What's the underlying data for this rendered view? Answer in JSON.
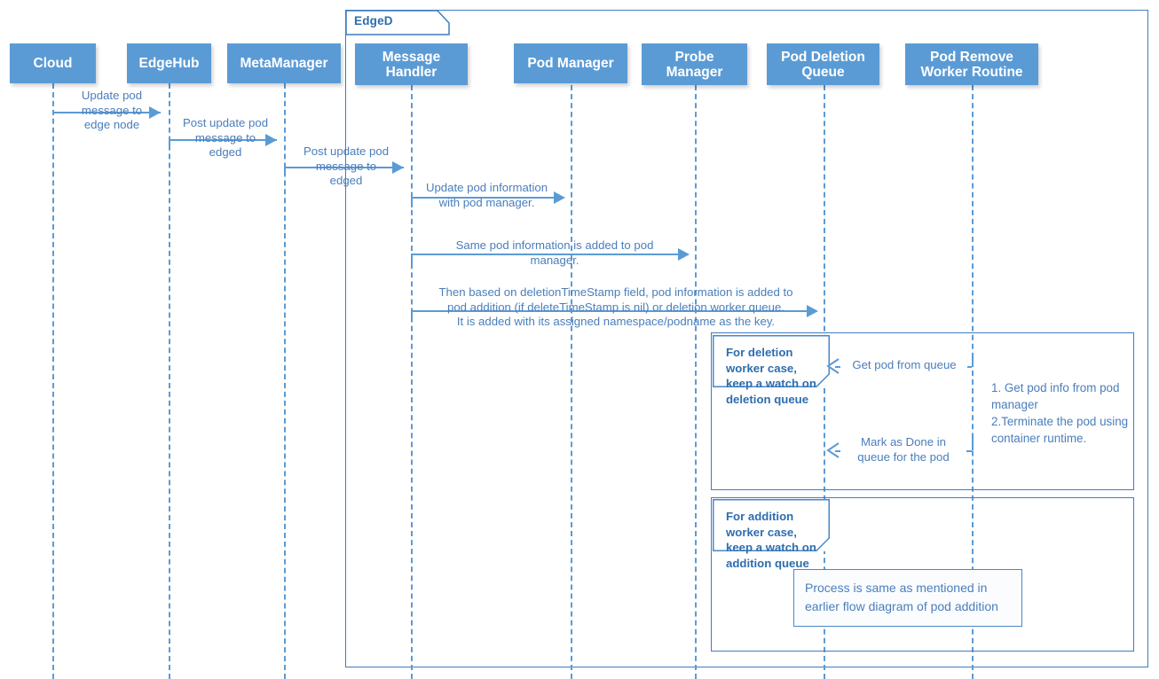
{
  "diagram": {
    "title": "EdgeD pod deletion/update sequence",
    "colors": {
      "participant_fill": "#5B9BD5",
      "participant_text": "#FFFFFF",
      "line": "#5B9BD5",
      "frame_border": "#3F7CC0",
      "message_text": "#4A7EBB",
      "note_text": "#2E6DAF",
      "background": "#FFFFFF"
    }
  },
  "frames": [
    {
      "name": "edged-frame",
      "label": "EdgeD"
    },
    {
      "name": "deletion-worker-frame",
      "label": ""
    },
    {
      "name": "addition-worker-frame",
      "label": ""
    }
  ],
  "participants": [
    {
      "id": "cloud",
      "label": "Cloud"
    },
    {
      "id": "edgehub",
      "label": "EdgeHub"
    },
    {
      "id": "metamanager",
      "label": "MetaManager"
    },
    {
      "id": "message-handler",
      "label": "Message\nHandler"
    },
    {
      "id": "pod-manager",
      "label": "Pod Manager"
    },
    {
      "id": "probe-manager",
      "label": "Probe\nManager"
    },
    {
      "id": "pod-deletion-queue",
      "label": "Pod Deletion\nQueue"
    },
    {
      "id": "pod-remove-worker",
      "label": "Pod Remove\nWorker Routine"
    }
  ],
  "messages": [
    {
      "id": "m1",
      "from": "cloud",
      "to": "edgehub",
      "kind": "sync",
      "label": "Update pod\nmessage to\nedge node"
    },
    {
      "id": "m2",
      "from": "edgehub",
      "to": "metamanager",
      "kind": "sync",
      "label": "Post update pod\nmessage to\nedged"
    },
    {
      "id": "m3",
      "from": "metamanager",
      "to": "message-handler",
      "kind": "sync",
      "label": "Post update pod\nmessage to\nedged"
    },
    {
      "id": "m4",
      "from": "message-handler",
      "to": "pod-manager",
      "kind": "sync",
      "label": "Update pod information\nwith pod manager."
    },
    {
      "id": "m5",
      "from": "message-handler",
      "to": "probe-manager",
      "kind": "sync",
      "label": "Same pod information is added to pod\nmanager."
    },
    {
      "id": "m6",
      "from": "message-handler",
      "to": "pod-deletion-queue",
      "kind": "sync",
      "label": "Then based on deletionTimeStamp field, pod information is added to\npod addition (if deleteTimeStamp is nil) or deletion worker queue.\nIt is added with its assigned namespace/podname as the key."
    },
    {
      "id": "m7",
      "from": "pod-remove-worker",
      "to": "pod-deletion-queue",
      "kind": "return",
      "label": "Get pod from queue"
    },
    {
      "id": "m8",
      "from": "pod-remove-worker",
      "to": "pod-deletion-queue",
      "kind": "return",
      "label": "Mark as Done in\nqueue for the pod"
    }
  ],
  "notes": [
    {
      "id": "note-deletion",
      "style": "folded",
      "text": "For deletion worker case, keep a watch on deletion queue"
    },
    {
      "id": "note-addition",
      "style": "folded",
      "text": "For addition worker case, keep a watch on addition queue"
    },
    {
      "id": "note-worker-steps",
      "style": "plain-text",
      "text": "1. Get pod info from pod manager\n2.Terminate the pod using container runtime."
    },
    {
      "id": "note-process-same",
      "style": "boxed",
      "text": "Process is same as mentioned in earlier flow diagram of pod addition"
    }
  ]
}
